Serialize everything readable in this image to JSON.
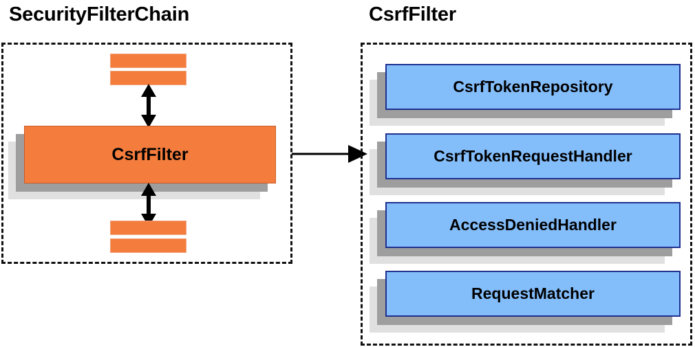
{
  "diagram": {
    "type": "component-relationship-diagram",
    "background_color": "#ffffff",
    "palette": {
      "orange_fill": "#f47c3c",
      "orange_border": "#c75c28",
      "blue_fill": "#83bdfa",
      "blue_border": "#1f2f8f",
      "shadow_near": "#9e9e9e",
      "shadow_far": "#e0e0e0",
      "outline": "#111111",
      "text": "#000000"
    },
    "panels": [
      {
        "id": "security-filter-chain",
        "title": "SecurityFilterChain",
        "border_style": "dashed"
      },
      {
        "id": "csrf-filter",
        "title": "CsrfFilter",
        "border_style": "dashed"
      }
    ]
  },
  "left_panel": {
    "title": "SecurityFilterChain",
    "top_bars": [
      {
        "name": "filter-stub-top-1",
        "label": ""
      },
      {
        "name": "filter-stub-top-2",
        "label": ""
      }
    ],
    "main_node": {
      "label": "CsrfFilter",
      "fill": "#f47c3c"
    },
    "bottom_bars": [
      {
        "name": "filter-stub-bottom-1",
        "label": ""
      },
      {
        "name": "filter-stub-bottom-2",
        "label": ""
      }
    ],
    "connectors": [
      {
        "name": "arrow-top",
        "direction": "double-vertical"
      },
      {
        "name": "arrow-bottom",
        "direction": "double-vertical"
      }
    ]
  },
  "right_panel": {
    "title": "CsrfFilter",
    "components": [
      {
        "label": "CsrfTokenRepository",
        "fill": "#83bdfa"
      },
      {
        "label": "CsrfTokenRequestHandler",
        "fill": "#83bdfa"
      },
      {
        "label": "AccessDeniedHandler",
        "fill": "#83bdfa"
      },
      {
        "label": "RequestMatcher",
        "fill": "#83bdfa"
      }
    ]
  },
  "cross_connector": {
    "name": "expansion-arrow",
    "direction": "left-to-right",
    "label": ""
  }
}
